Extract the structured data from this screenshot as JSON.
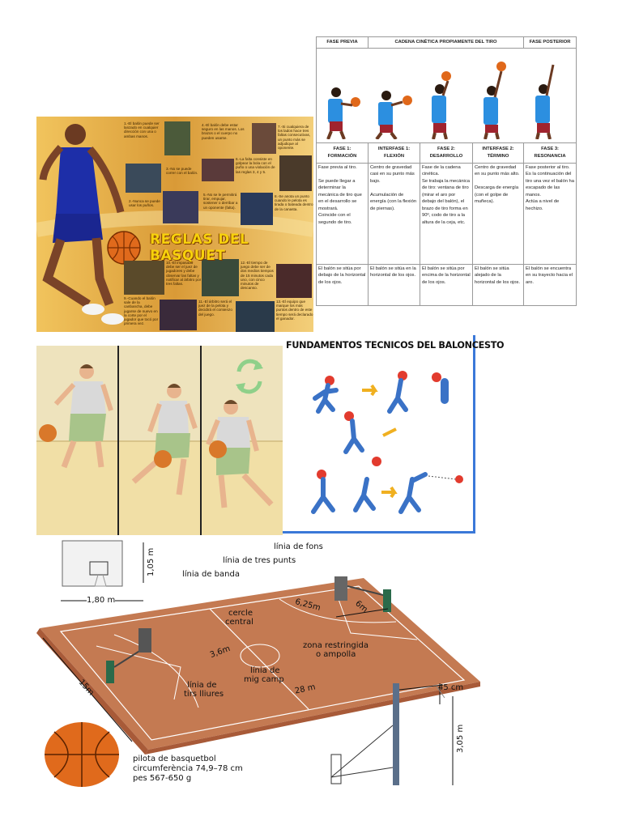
{
  "poster": {
    "title": "REGLAS DEL BASQUET",
    "rules": [
      "1.-El balón puede ser lanzado en cualquier dirección con una o ambas manos.",
      "4.-El balón debe estar seguro en las manos. Los brazos o el cuerpo no pueden usarse.",
      "7.-Si cualquiera de los lados hace tres faltas consecutivas, un punto más se adjudique al oponente.",
      "3.-No se puede correr con el balón.",
      "6.-La falta consiste en golpear la bola con el puño o una violación de las reglas 3, 4 y 5.",
      "2.-Nunca se puede usar los puños.",
      "5.-No se le permitirá tirar, empujar, sostener o derribar a un oponente (falta).",
      "8.-Se anota un punto cuando le pelota es tirada o bateada dentro de la canasta.",
      "10.-El impasado debe ser el juez de jugadores y debe observar las faltas y notificar al árbitro por tres faltas.",
      "12.-El tiempo de juego debe ser de dos medios tiempos de 15 minutos cada uno, con cinco minutos de descanso.",
      "9.-Cuando el balón sale de la canbancha, debe jugarse de nuevo en la corte por el jugador que tocó por primera vez.",
      "11.-El árbitro será el juez de la pelota y decidirá el comienzo del juego.",
      "13.-El equipo que marque los más puntos dentro de este tiempo será declarado el ganador."
    ],
    "colors": {
      "title": "#f7d10b",
      "background": "#e9b64d",
      "jersey": "#1d2ea8"
    }
  },
  "phases": {
    "headers": [
      "FASE PREVIA",
      "CADENA CINÉTICA PROPIAMENTE DEL TIRO",
      "FASE POSTERIOR"
    ],
    "columns": [
      {
        "label1": "FASE 1:",
        "label2": "FORMACIÓN",
        "desc": [
          "Fase previa al tiro.",
          "Se puede llegar a determinar la mecánica de tiro que en el desarrollo se mostrará.",
          "Coincide con el segundo de tiro."
        ],
        "ball": "El balón se sitúa por debajo de la horizontal de los ojos."
      },
      {
        "label1": "INTERFASE 1:",
        "label2": "FLEXIÓN",
        "desc": [
          "Centro de gravedad casi en su punto más bajo.",
          "Acumulación de energía (con la flexión de piernas)."
        ],
        "ball": "El balón se sitúa en la horizontal de los ojos."
      },
      {
        "label1": "FASE 2:",
        "label2": "DESARROLLO",
        "desc": [
          "Fase de la cadena cinética.",
          "Se trabaja la mecánica de tiro: ventana de tiro (mirar el aro por debajo del balón), el brazo de tiro forma en 90º, codo de tiro a la altura de la ceja, etc."
        ],
        "ball": "El balón se sitúa por encima de la horizontal de los ojos."
      },
      {
        "label1": "INTERFASE 2:",
        "label2": "TÉRMINO",
        "desc": [
          "Centro de gravedad en su punto más alto.",
          "Descarga de energía (con el golpe de muñeca)."
        ],
        "ball": "El balón se sitúa alejado de la horizontal de los ojos."
      },
      {
        "label1": "FASE 3:",
        "label2": "RESONANCIA",
        "desc": [
          "Fase posterior al tiro.",
          "Es la continuación del tiro una vez el balón ha escapado de las manos.",
          "Actúa a nivel de hechizo."
        ],
        "ball": "El balón se encuentra en su trayecto hacia el aro."
      }
    ]
  },
  "fundamentals": {
    "title": "FUNDAMENTOS TECNICOS DEL BALONCESTO",
    "colors": {
      "border": "#3a78d8",
      "shirt": "#3a72c6",
      "ball": "#e23b2e"
    }
  },
  "court": {
    "labels": {
      "fons": "línia de fons",
      "tres": "línia de tres punts",
      "banda": "línia de banda",
      "cercle1": "cercle",
      "cercle2": "central",
      "zona1": "zona restringida",
      "zona2": "o ampolla",
      "mig1": "línia de",
      "mig2": "mig camp",
      "tirs1": "línia de",
      "tirs2": "tirs lliures",
      "ball1": "pilota de basquetbol",
      "ball2": "circumferència 74,9–78 cm",
      "ball3": "pes 567-650 g"
    },
    "dims": {
      "board_h": "1,05 m",
      "board_w": "1,80 m",
      "three": "6,25m",
      "six": "6m",
      "circle": "3,6m",
      "length": "28 m",
      "width": "15m",
      "rim": "45 cm",
      "height": "3,05 m"
    },
    "colors": {
      "court": "#c47a52",
      "lines": "#ffffff"
    }
  }
}
